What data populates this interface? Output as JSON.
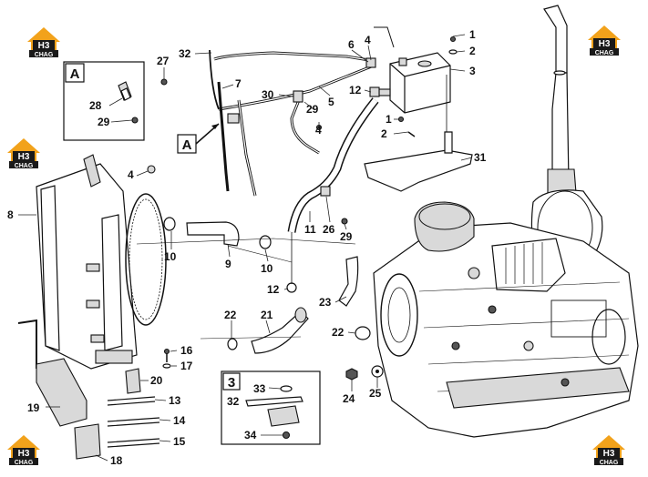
{
  "diagram": {
    "logo": {
      "brand_top": "H3",
      "brand_bottom": "CHAG"
    },
    "inset_labels": [
      "A",
      "A",
      "3"
    ],
    "callouts": [
      {
        "id": "c1a",
        "text": "1"
      },
      {
        "id": "c2a",
        "text": "2"
      },
      {
        "id": "c3a",
        "text": "3"
      },
      {
        "id": "c4a",
        "text": "4"
      },
      {
        "id": "c6",
        "text": "6"
      },
      {
        "id": "c32a",
        "text": "32"
      },
      {
        "id": "c27",
        "text": "27"
      },
      {
        "id": "c7",
        "text": "7"
      },
      {
        "id": "c30",
        "text": "30"
      },
      {
        "id": "c5",
        "text": "5"
      },
      {
        "id": "c12a",
        "text": "12"
      },
      {
        "id": "c29a",
        "text": "29"
      },
      {
        "id": "c4b",
        "text": "4"
      },
      {
        "id": "c1b",
        "text": "1"
      },
      {
        "id": "c2b",
        "text": "2"
      },
      {
        "id": "c31",
        "text": "31"
      },
      {
        "id": "c28",
        "text": "28"
      },
      {
        "id": "c29b",
        "text": "29"
      },
      {
        "id": "c4c",
        "text": "4"
      },
      {
        "id": "c8",
        "text": "8"
      },
      {
        "id": "c10a",
        "text": "10"
      },
      {
        "id": "c9",
        "text": "9"
      },
      {
        "id": "c10b",
        "text": "10"
      },
      {
        "id": "c11",
        "text": "11"
      },
      {
        "id": "c26",
        "text": "26"
      },
      {
        "id": "c29c",
        "text": "29"
      },
      {
        "id": "c12b",
        "text": "12"
      },
      {
        "id": "c23",
        "text": "23"
      },
      {
        "id": "c22a",
        "text": "22"
      },
      {
        "id": "c21",
        "text": "21"
      },
      {
        "id": "c22b",
        "text": "22"
      },
      {
        "id": "c16",
        "text": "16"
      },
      {
        "id": "c17",
        "text": "17"
      },
      {
        "id": "c20",
        "text": "20"
      },
      {
        "id": "c19",
        "text": "19"
      },
      {
        "id": "c13",
        "text": "13"
      },
      {
        "id": "c14",
        "text": "14"
      },
      {
        "id": "c15",
        "text": "15"
      },
      {
        "id": "c18",
        "text": "18"
      },
      {
        "id": "c33",
        "text": "33"
      },
      {
        "id": "c32b",
        "text": "32"
      },
      {
        "id": "c34",
        "text": "34"
      },
      {
        "id": "c24",
        "text": "24"
      },
      {
        "id": "c25",
        "text": "25"
      }
    ]
  }
}
